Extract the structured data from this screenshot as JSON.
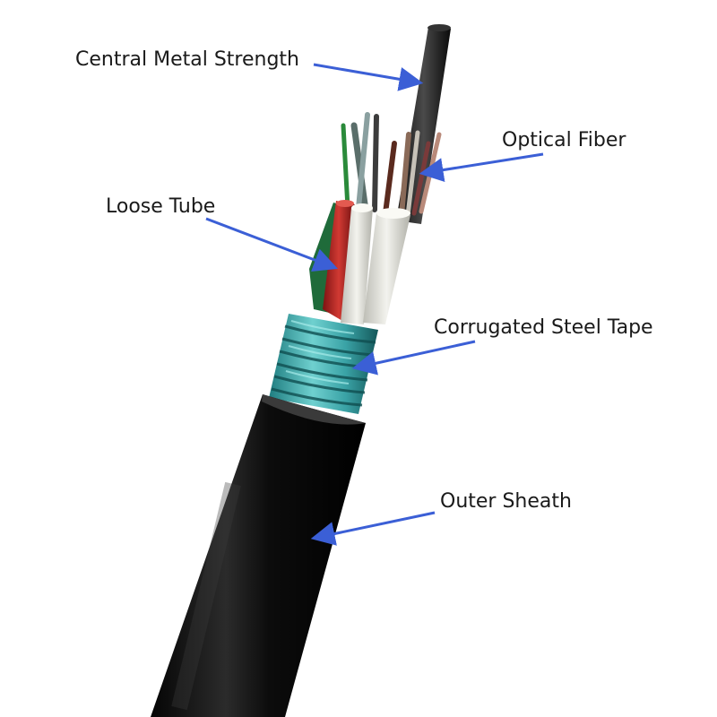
{
  "labels": {
    "central_metal_strength": "Central Metal Strength",
    "optical_fiber": "Optical Fiber",
    "loose_tube": "Loose Tube",
    "corrugated_steel_tape": "Corrugated Steel Tape",
    "outer_sheath": "Outer Sheath"
  },
  "colors": {
    "arrow": "#3b5fd6",
    "sheath": "#141414",
    "steel_tape": "#3aa3a6",
    "loose_tube_red": "#b3201f",
    "loose_tube_white": "#e6e6e0",
    "loose_tube_green": "#1f6b3a",
    "strength_member": "#222222"
  }
}
